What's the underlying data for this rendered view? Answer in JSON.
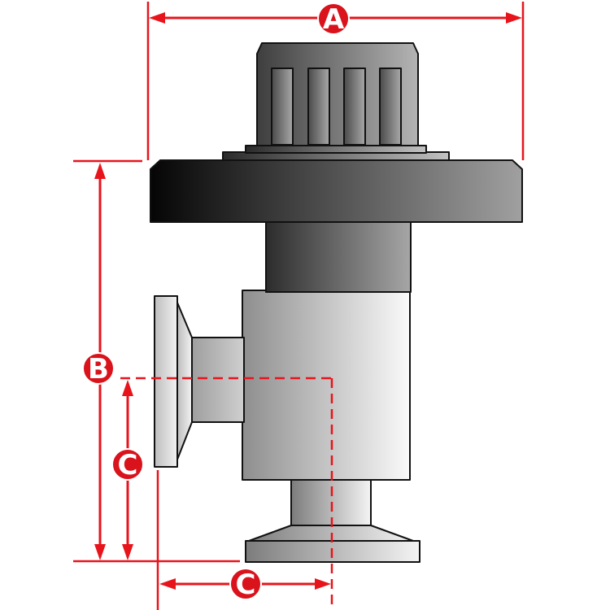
{
  "diagram": {
    "subject": "angle-valve-dimension-drawing",
    "dimension_labels": {
      "a": "A",
      "b": "B",
      "c_vertical": "C",
      "c_horizontal": "C"
    },
    "colors": {
      "dimension_line": "#e8141c",
      "label_fill": "#d9121b",
      "label_text": "#ffffff",
      "outline": "#111111",
      "body_light": "#f6f6f6",
      "body_dark": "#8a8a8a",
      "bonnet_dark": "#0a0a0a",
      "bonnet_light": "#9a9a9a"
    }
  }
}
